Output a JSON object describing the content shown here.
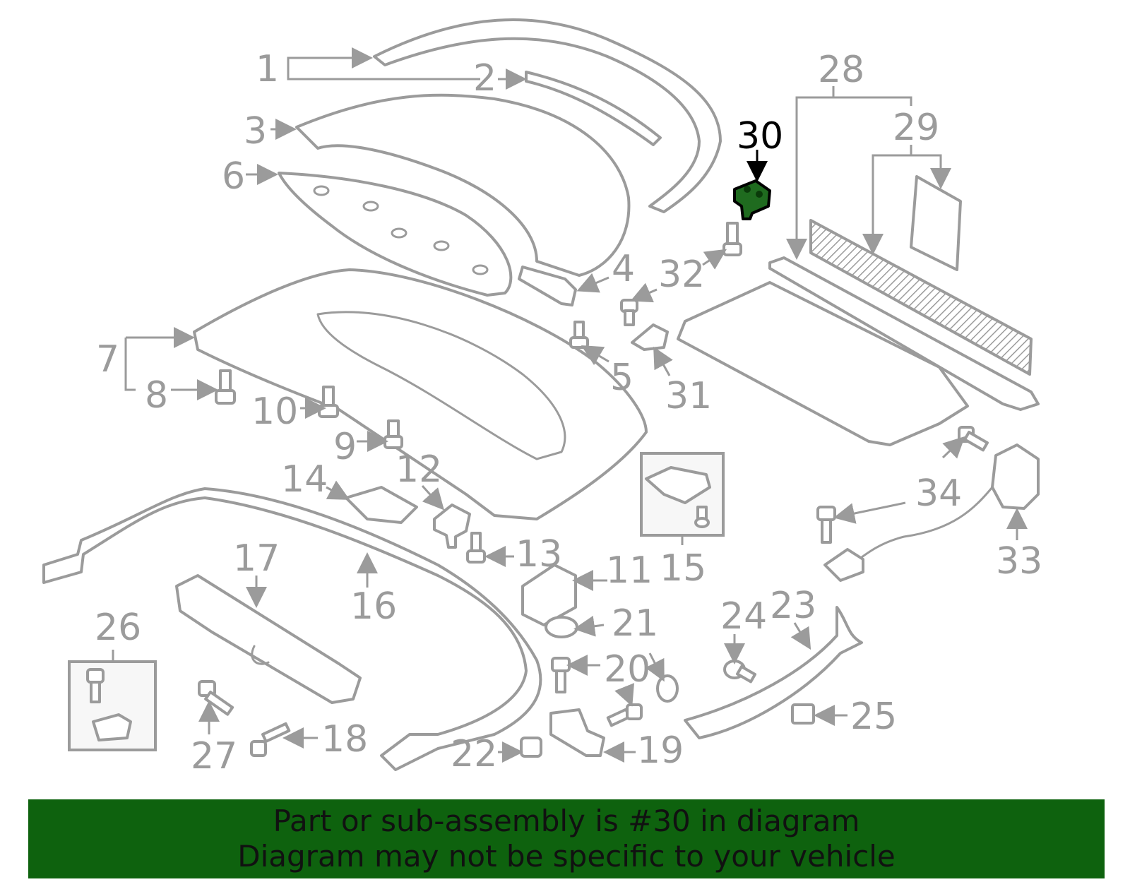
{
  "diagram": {
    "highlight_callout": "30",
    "callouts": [
      "1",
      "2",
      "3",
      "4",
      "5",
      "6",
      "7",
      "8",
      "9",
      "10",
      "11",
      "12",
      "13",
      "14",
      "15",
      "16",
      "17",
      "18",
      "19",
      "20",
      "21",
      "22",
      "23",
      "24",
      "25",
      "26",
      "27",
      "28",
      "29",
      "30",
      "31",
      "32",
      "33",
      "34"
    ]
  },
  "banner": {
    "line1": "Part or sub-assembly is #30 in diagram",
    "line2": "Diagram may not be specific to your vehicle"
  },
  "colors": {
    "part_stroke": "#9b9b9b",
    "highlight_fill": "#1f6b1f",
    "banner_bg": "#0e620e",
    "banner_text": "#111111"
  }
}
